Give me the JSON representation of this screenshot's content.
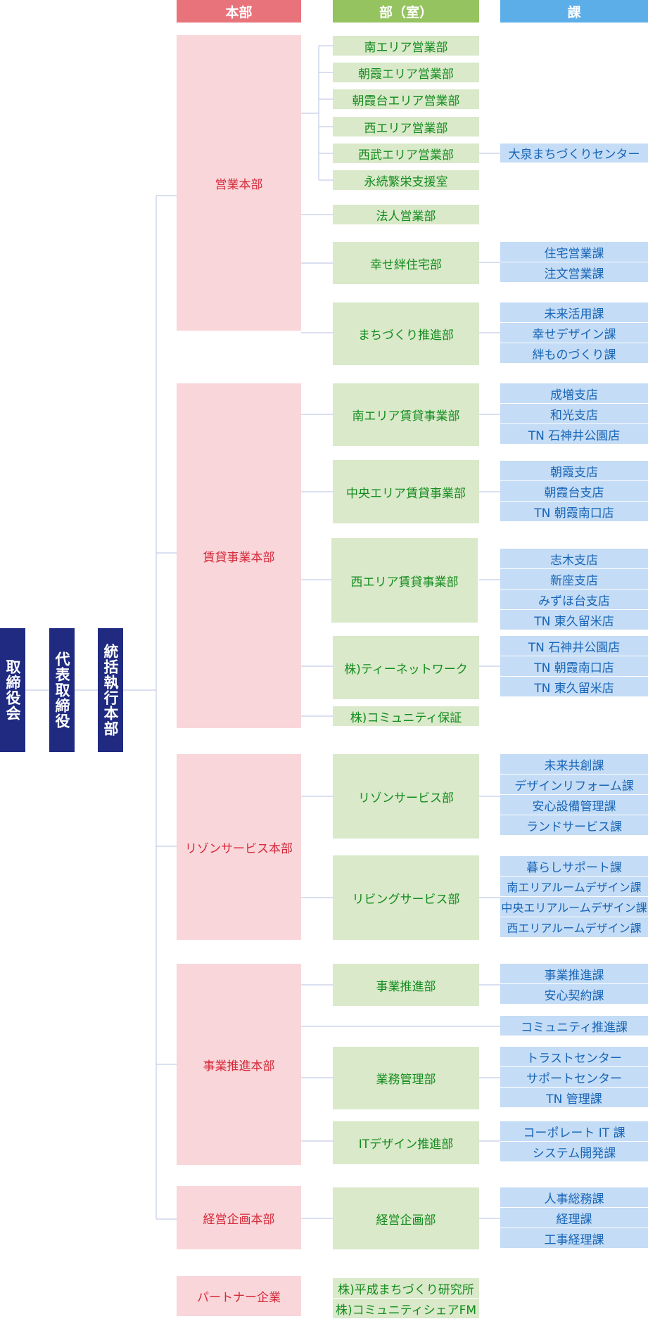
{
  "colors": {
    "hq_header": "#e8737b",
    "dept_header": "#95c35f",
    "section_header": "#5caee9",
    "executive": "#1f2a80",
    "hq": "#f9d6da",
    "dept": "#d9e9c9",
    "section": "#c4dcf5",
    "line": "#c5cce8"
  },
  "headers": {
    "hq": "本部",
    "dept": "部（室）",
    "section": "課"
  },
  "executives": [
    "取締役会",
    "代表取締役",
    "統括執行本部"
  ],
  "hq": [
    "営業本部",
    "賃貸事業本部",
    "リゾンサービス本部",
    "事業推進本部",
    "経営企画本部",
    "パートナー企業"
  ],
  "depts": [
    "南エリア営業部",
    "朝霞エリア営業部",
    "朝霞台エリア営業部",
    "西エリア営業部",
    "西武エリア営業部",
    "永続繁栄支援室",
    "法人営業部",
    "幸せ絆住宅部",
    "まちづくり推進部",
    "南エリア賃貸事業部",
    "中央エリア賃貸事業部",
    "西エリア賃貸事業部",
    "株)ティーネットワーク",
    "株)コミュニティ保証",
    "リゾンサービス部",
    "リビングサービス部",
    "事業推進部",
    "業務管理部",
    "ITデザイン推進部",
    "経営企画部",
    "株)平成まちづくり研究所",
    "株)コミュニティシェアFM"
  ],
  "sections": [
    "大泉まちづくりセンター",
    "住宅営業課",
    "注文営業課",
    "未来活用課",
    "幸せデザイン課",
    "絆ものづくり課",
    "成増支店",
    "和光支店",
    "TN 石神井公園店",
    "朝霞支店",
    "朝霞台支店",
    "TN 朝霞南口店",
    "志木支店",
    "新座支店",
    "みずほ台支店",
    "TN 東久留米店",
    "TN 石神井公園店",
    "TN 朝霞南口店",
    "TN 東久留米店",
    "未来共創課",
    "デザインリフォーム課",
    "安心設備管理課",
    "ランドサービス課",
    "暮らしサポート課",
    "南エリアルームデザイン課",
    "中央エリアルームデザイン課",
    "西エリアルームデザイン課",
    "事業推進課",
    "安心契約課",
    "コミュニティ推進課",
    "トラストセンター",
    "サポートセンター",
    "TN 管理課",
    "コーポレート IT 課",
    "システム開発課",
    "人事総務課",
    "経理課",
    "工事経理課"
  ]
}
